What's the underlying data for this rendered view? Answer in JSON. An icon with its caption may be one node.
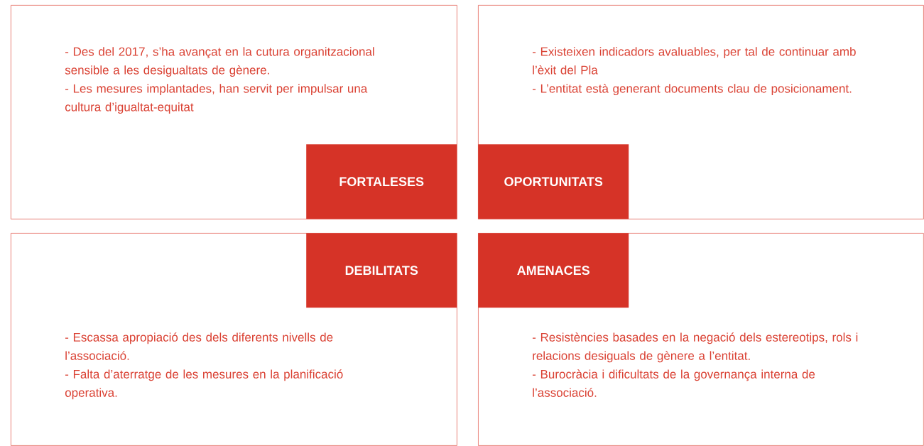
{
  "diagram": {
    "nodes": [
      {
        "text": [
          "- Des del 2017, s’ha avançat en la cutura organitzacional sensible a les desigualtats de gènere.",
          "- Les mesures implantades, han servit per impulsar una cultura d’igualtat-equitat"
        ]
      },
      {
        "text": [
          "FORTALESES"
        ],
        "in": 0
      },
      {
        "text": [
          "- Existeixen indicadors avaluables, per tal de continuar amb l’èxit del Pla",
          "- L’entitat està generant documents clau de posicionament."
        ]
      },
      {
        "text": [
          "OPORTUNITATS"
        ],
        "in": 2
      },
      {
        "text": [
          "- Escassa apropiació des dels diferents nivells de l’associació.",
          "- Falta d’aterratge de les mesures en la planificació operativa."
        ]
      },
      {
        "text": [
          "DEBILITATS"
        ],
        "in": 4
      },
      {
        "text": [
          "- Resistències basades en la negació dels estereotips, rols i relacions desiguals de gènere a l’entitat.",
          "- Burocràcia i dificultats de la governança interna de l’associació."
        ]
      },
      {
        "text": [
          "AMENACES"
        ],
        "in": 6
      }
    ]
  }
}
